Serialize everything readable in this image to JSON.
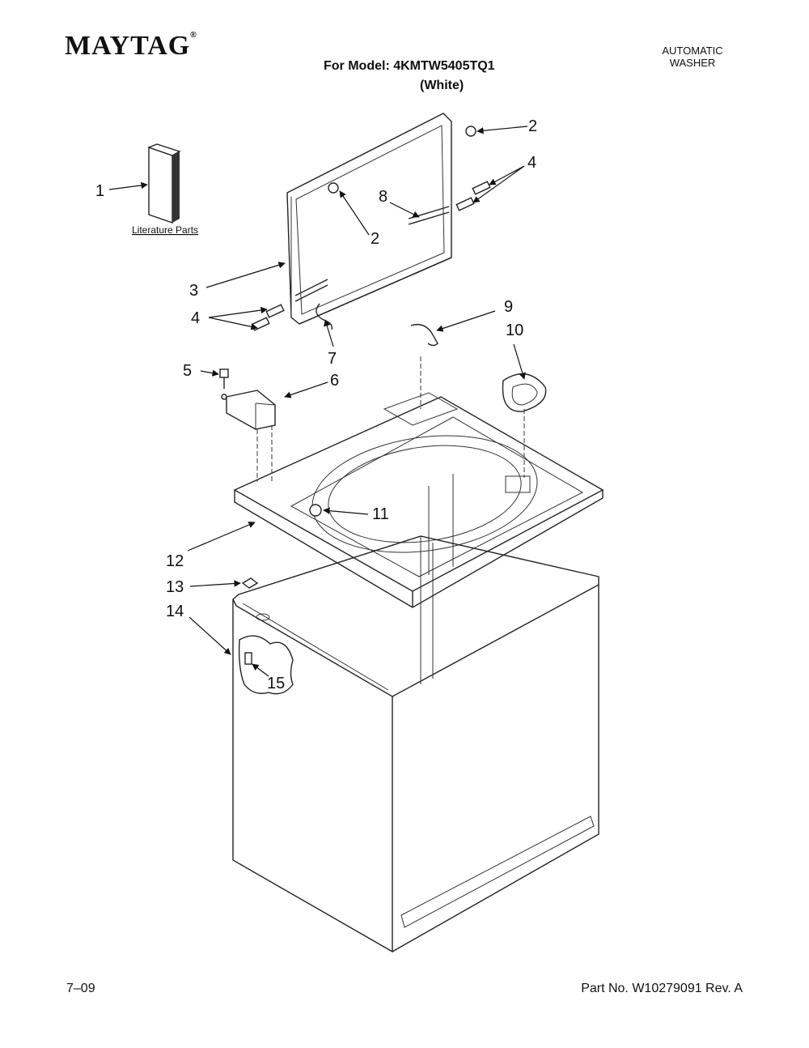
{
  "header": {
    "brand": "MAYTAG",
    "brand_mark": "®",
    "model_line": "For Model: 4KMTW5405TQ1",
    "color_line": "(White)",
    "appliance_line1": "AUTOMATIC",
    "appliance_line2": "WASHER"
  },
  "callouts": [
    {
      "id": "c1",
      "label": "1"
    },
    {
      "id": "c2a",
      "label": "2"
    },
    {
      "id": "c2b",
      "label": "2"
    },
    {
      "id": "c3",
      "label": "3"
    },
    {
      "id": "c4a",
      "label": "4"
    },
    {
      "id": "c4b",
      "label": "4"
    },
    {
      "id": "c5",
      "label": "5"
    },
    {
      "id": "c6",
      "label": "6"
    },
    {
      "id": "c7",
      "label": "7"
    },
    {
      "id": "c8",
      "label": "8"
    },
    {
      "id": "c9",
      "label": "9"
    },
    {
      "id": "c10",
      "label": "10"
    },
    {
      "id": "c11",
      "label": "11"
    },
    {
      "id": "c12",
      "label": "12"
    },
    {
      "id": "c13",
      "label": "13"
    },
    {
      "id": "c14",
      "label": "14"
    },
    {
      "id": "c15",
      "label": "15"
    }
  ],
  "literature_label": "Literature Parts",
  "footer": {
    "date": "7–09",
    "part_number": "Part No. W10279091 Rev. A"
  }
}
